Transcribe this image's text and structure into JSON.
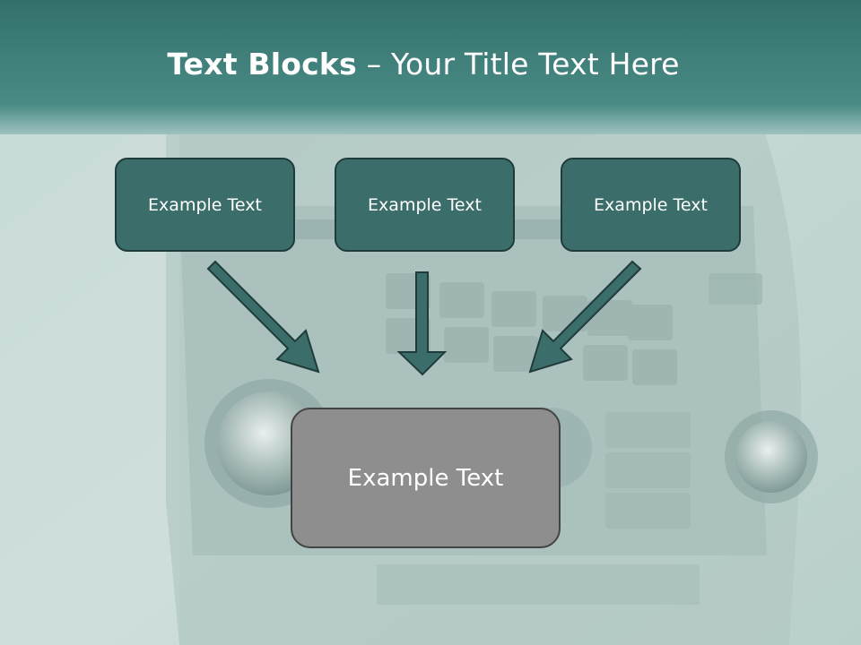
{
  "title": {
    "bold": "Text Blocks",
    "separator": " – ",
    "rest": "Your Title Text Here"
  },
  "blocks": [
    {
      "label": "Example Text"
    },
    {
      "label": "Example Text"
    },
    {
      "label": "Example Text"
    }
  ],
  "target": {
    "label": "Example Text"
  },
  "colors": {
    "header": "#3a7470",
    "block_fill": "#3b6e6b",
    "block_border": "#1f3b3a",
    "target_fill": "#8e8e8e",
    "arrow": "#3b6e6b"
  }
}
